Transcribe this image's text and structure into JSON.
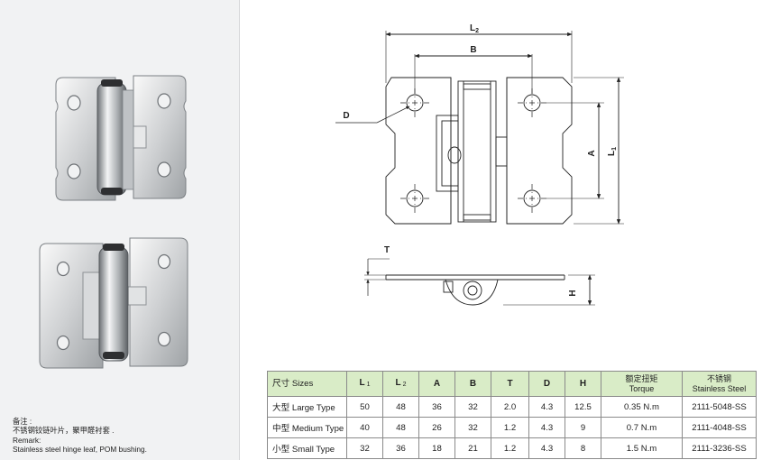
{
  "remark": {
    "cn_label": "备注 :",
    "cn_text": "不锈钢铰链叶片，聚甲醛衬套 .",
    "en_label": "Remark:",
    "en_text": "Stainless steel hinge leaf, POM bushing."
  },
  "drawing_labels": {
    "l2": "L",
    "l2_sub": "2",
    "b": "B",
    "d": "D",
    "a": "A",
    "l1": "L",
    "l1_sub": "1",
    "t": "T",
    "h": "H"
  },
  "table": {
    "headers": {
      "size": "尺寸 Sizes",
      "l1": "L",
      "l1_sub": "1",
      "l2": "L",
      "l2_sub": "2",
      "a": "A",
      "b": "B",
      "t": "T",
      "d": "D",
      "h": "H",
      "torque_cn": "额定扭矩",
      "torque_en": "Torque",
      "steel_cn": "不锈钢",
      "steel_en": "Stainless Steel"
    },
    "rows": [
      {
        "size": "大型 Large Type",
        "l1": "50",
        "l2": "48",
        "a": "36",
        "b": "32",
        "t": "2.0",
        "d": "4.3",
        "h": "12.5",
        "torque": "0.35 N.m",
        "code": "2111-5048-SS"
      },
      {
        "size": "中型 Medium Type",
        "l1": "40",
        "l2": "48",
        "a": "26",
        "b": "32",
        "t": "1.2",
        "d": "4.3",
        "h": "9",
        "torque": "0.7 N.m",
        "code": "2111-4048-SS"
      },
      {
        "size": "小型 Small Type",
        "l1": "32",
        "l2": "36",
        "a": "18",
        "b": "21",
        "t": "1.2",
        "d": "4.3",
        "h": "8",
        "torque": "1.5 N.m",
        "code": "2111-3236-SS"
      }
    ]
  }
}
